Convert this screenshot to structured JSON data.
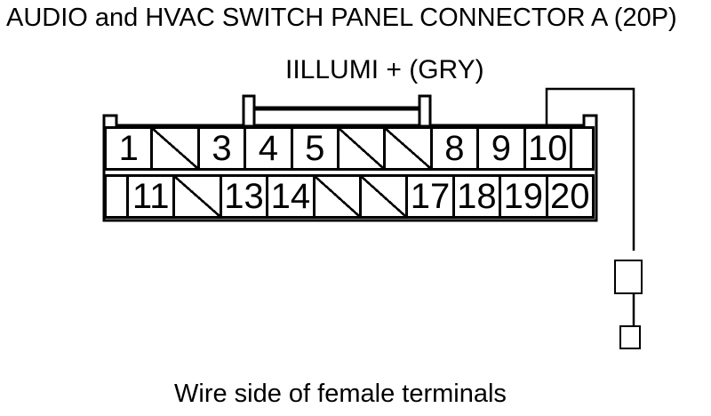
{
  "title": "AUDIO and HVAC SWITCH PANEL CONNECTOR A (20P)",
  "wire": {
    "label": "IILLUMI + (GRY)",
    "connects_to_pin": "10"
  },
  "caption": "Wire side of female terminals",
  "colors": {
    "line": "#000000",
    "background": "#ffffff",
    "text": "#000000"
  },
  "connector": {
    "top_row": [
      {
        "pin": "1",
        "blocked": false
      },
      {
        "pin": "",
        "blocked": true
      },
      {
        "pin": "3",
        "blocked": false
      },
      {
        "pin": "4",
        "blocked": false
      },
      {
        "pin": "5",
        "blocked": false
      },
      {
        "pin": "",
        "blocked": true
      },
      {
        "pin": "",
        "blocked": true
      },
      {
        "pin": "8",
        "blocked": false
      },
      {
        "pin": "9",
        "blocked": false
      },
      {
        "pin": "10",
        "blocked": false
      }
    ],
    "bottom_row": [
      {
        "pin": "11",
        "blocked": false
      },
      {
        "pin": "",
        "blocked": true
      },
      {
        "pin": "13",
        "blocked": false
      },
      {
        "pin": "14",
        "blocked": false
      },
      {
        "pin": "",
        "blocked": true
      },
      {
        "pin": "",
        "blocked": true
      },
      {
        "pin": "17",
        "blocked": false
      },
      {
        "pin": "18",
        "blocked": false
      },
      {
        "pin": "19",
        "blocked": false
      },
      {
        "pin": "20",
        "blocked": false
      }
    ]
  }
}
